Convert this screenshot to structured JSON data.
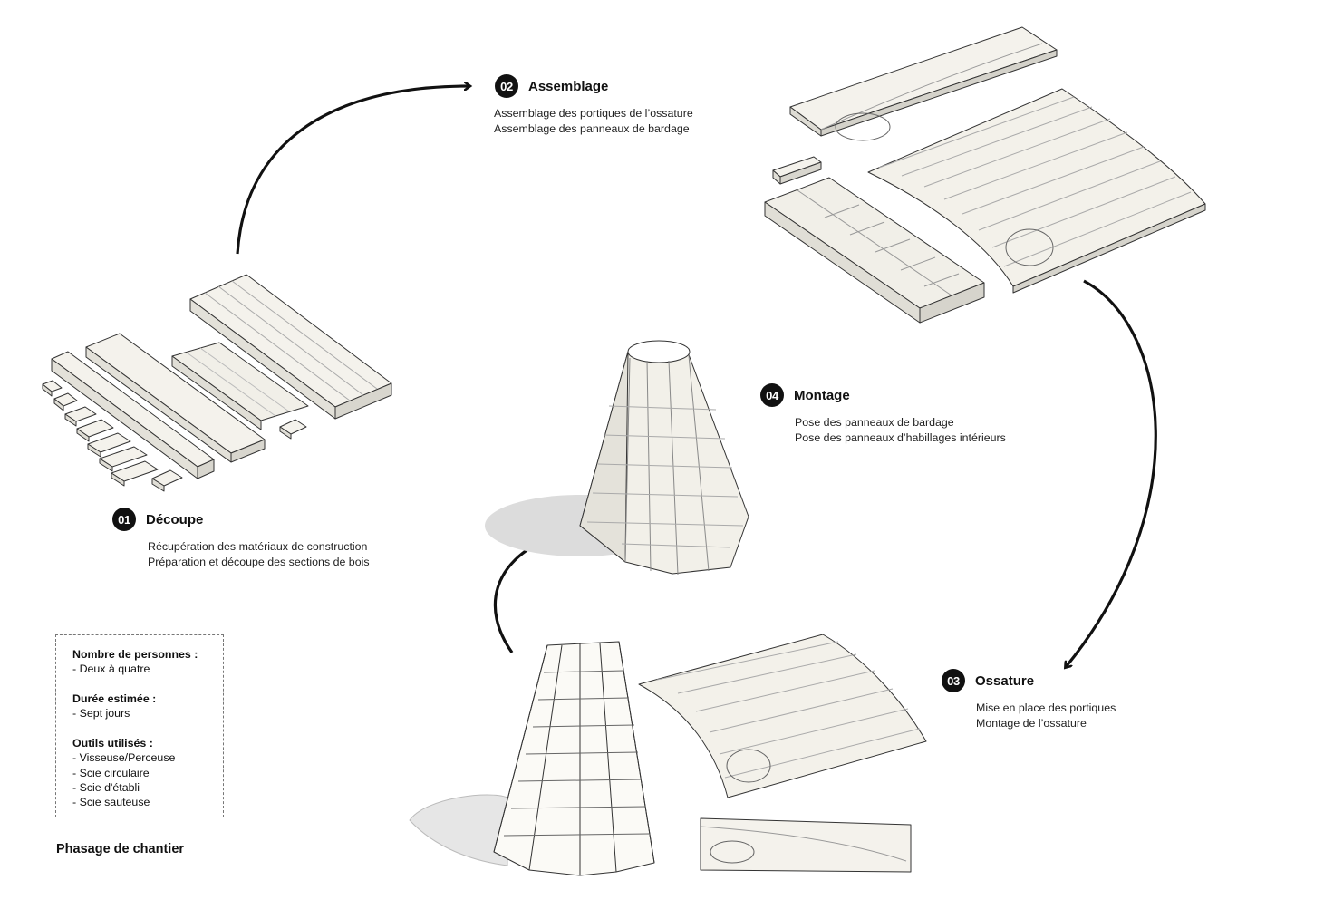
{
  "steps": [
    {
      "number": "01",
      "title": "Découpe",
      "lines": [
        "Récupération des matériaux de construction",
        "Préparation et découpe des sections de bois"
      ]
    },
    {
      "number": "02",
      "title": "Assemblage",
      "lines": [
        "Assemblage des portiques de l’ossature",
        "Assemblage des panneaux de bardage"
      ]
    },
    {
      "number": "03",
      "title": "Ossature",
      "lines": [
        "Mise en place des portiques",
        "Montage de l’ossature"
      ]
    },
    {
      "number": "04",
      "title": "Montage",
      "lines": [
        "Pose des panneaux de bardage",
        "Pose des panneaux d’habillages intérieurs"
      ]
    }
  ],
  "info": {
    "people_title": "Nombre de personnes :",
    "people_value": "- Deux à quatre",
    "duration_title": "Durée estimée :",
    "duration_value": "- Sept jours",
    "tools_title": "Outils utilisés :",
    "tools": [
      "- Visseuse/Perceuse",
      "- Scie circulaire",
      "- Scie d'établi",
      "- Scie sauteuse"
    ]
  },
  "footer_title": "Phasage de chantier",
  "colors": {
    "ink": "#111111",
    "wood": "#f3f1ea",
    "shadow": "#dcdcdc"
  }
}
